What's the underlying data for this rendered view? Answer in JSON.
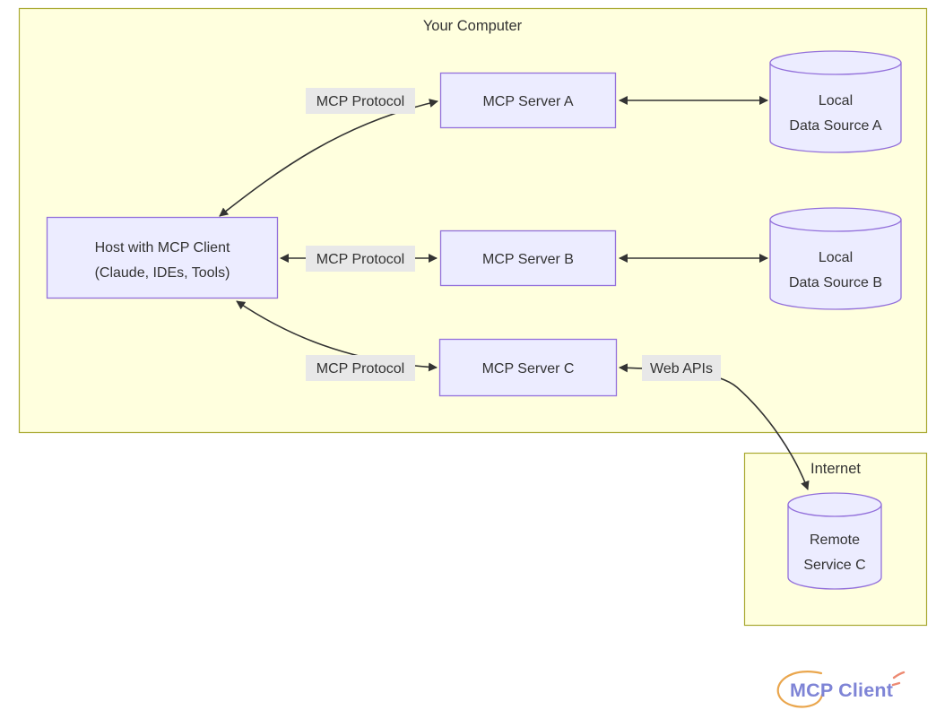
{
  "clusters": {
    "your_computer": {
      "title": "Your Computer"
    },
    "internet": {
      "title": "Internet"
    }
  },
  "nodes": {
    "host": {
      "line1": "Host with MCP Client",
      "line2": "(Claude, IDEs, Tools)"
    },
    "server_a": {
      "label": "MCP Server A"
    },
    "server_b": {
      "label": "MCP Server B"
    },
    "server_c": {
      "label": "MCP Server C"
    },
    "data_source_a": {
      "line1": "Local",
      "line2": "Data Source A"
    },
    "data_source_b": {
      "line1": "Local",
      "line2": "Data Source B"
    },
    "remote_service_c": {
      "line1": "Remote",
      "line2": "Service C"
    }
  },
  "edges": {
    "host_server_a": {
      "label": "MCP Protocol"
    },
    "host_server_b": {
      "label": "MCP Protocol"
    },
    "host_server_c": {
      "label": "MCP Protocol"
    },
    "server_c_remote": {
      "label": "Web APIs"
    }
  },
  "logo": {
    "text": "MCP Client"
  },
  "colors": {
    "cluster_fill": "#ffffde",
    "cluster_stroke": "#aaaa33",
    "node_fill": "#ececff",
    "node_stroke": "#9370db",
    "edge_stroke": "#333333",
    "edge_label_bg": "#e8e8e8",
    "text": "#333333",
    "logo_text": "#7e84d6",
    "logo_swoosh": "#eaa64d",
    "logo_spark": "#ed8a72"
  }
}
